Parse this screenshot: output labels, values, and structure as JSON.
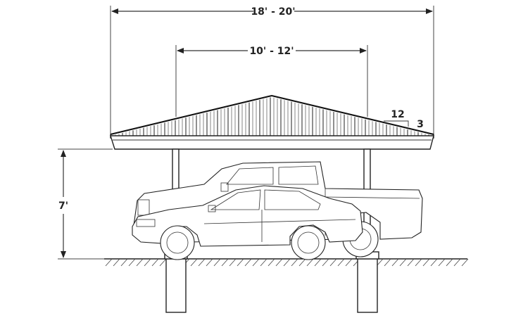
{
  "dimensions": {
    "overall_width": "18' - 20'",
    "post_spacing": "10' - 12'",
    "clearance_height": "7'",
    "roof_pitch_run": "12",
    "roof_pitch_rise": "3"
  }
}
